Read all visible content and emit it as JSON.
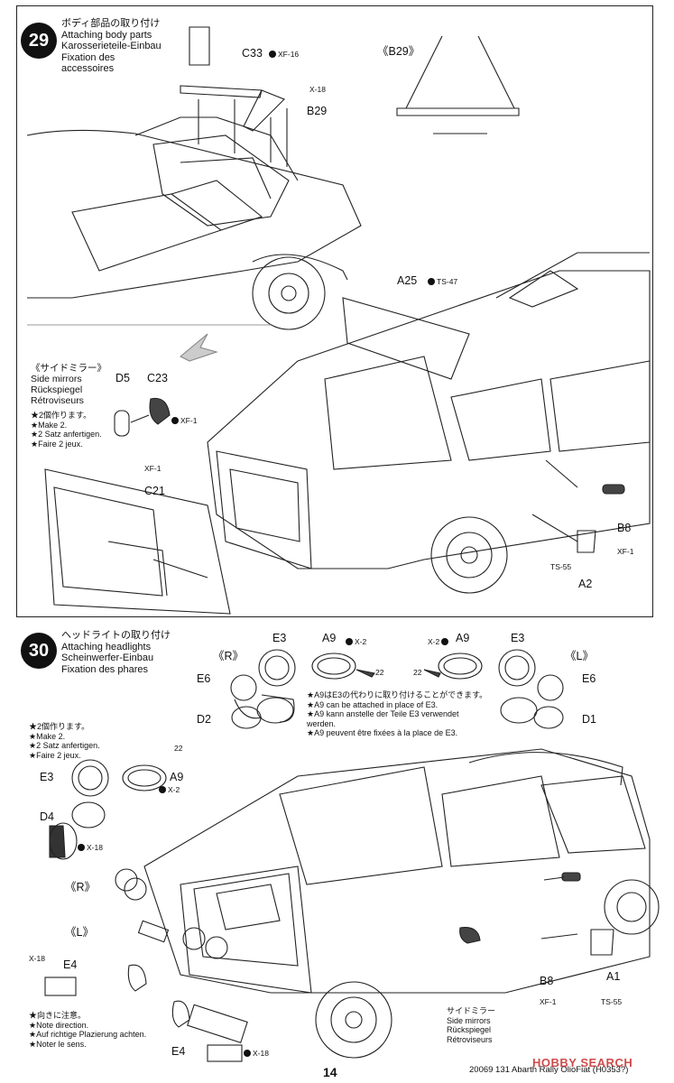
{
  "step29": {
    "number": "29",
    "title": [
      "ボディ部品の取り付け",
      "Attaching body parts",
      "Karosserieteile-Einbau",
      "Fixation des",
      "accessoires"
    ],
    "labels": {
      "c33": "C33",
      "c33_paint": "XF-16",
      "b29_paint": "X-18",
      "b29": "B29",
      "b29_detail": "《B29》",
      "a25": "A25",
      "a25_paint": "TS-47",
      "d5": "D5",
      "c23": "C23",
      "c23_paint": "XF-1",
      "c21_paint": "XF-1",
      "c21": "C21",
      "b8": "B8",
      "b8_paint": "XF-1",
      "a2_paint": "TS-55",
      "a2": "A2"
    },
    "mirror_note": [
      "《サイドミラー》",
      "Side mirrors",
      "Rückspiegel",
      "Rétroviseurs"
    ],
    "make2_note": [
      "★2個作ります。",
      "★Make 2.",
      "★2 Satz anfertigen.",
      "★Faire 2 jeux."
    ]
  },
  "step30": {
    "number": "30",
    "title": [
      "ヘッドライトの取り付け",
      "Attaching headlights",
      "Scheinwerfer-Einbau",
      "Fixation des phares"
    ],
    "right_marker": "《R》",
    "left_marker": "《L》",
    "labels": {
      "e3_r": "E3",
      "a9_r": "A9",
      "a9_r_paint": "X-2",
      "decal_r": "22",
      "e6_r": "E6",
      "d2": "D2",
      "a9_l": "A9",
      "a9_l_paint": "X-2",
      "decal_l": "22",
      "e3_l": "E3",
      "e6_l": "E6",
      "d1": "D1",
      "e3_main": "E3",
      "a9_main": "A9",
      "a9_main_paint": "X-2",
      "decal_main": "22",
      "d4": "D4",
      "d4_paint": "X-18",
      "r_marker2": "《R》",
      "l_marker2": "《L》",
      "e4_top_paint": "X-18",
      "e4_top": "E4",
      "e4_bottom": "E4",
      "e4_bottom_paint": "X-18",
      "b8": "B8",
      "b8_paint": "XF-1",
      "a1": "A1",
      "a1_paint": "TS-55"
    },
    "a9_note": [
      "★A9はE3の代わりに取り付けることができます。",
      "★A9 can be attached in place of E3.",
      "★A9 kann anstelle der Teile E3 verwendet",
      "werden.",
      "★A9 peuvent être fixées à la place de E3."
    ],
    "make2_note": [
      "★2個作ります。",
      "★Make 2.",
      "★2 Satz anfertigen.",
      "★Faire 2 jeux."
    ],
    "direction_note": [
      "★向きに注意。",
      "★Note direction.",
      "★Auf richtige Plazierung achten.",
      "★Noter le sens."
    ],
    "mirror_caption": [
      "サイドミラー",
      "Side mirrors",
      "Rückspiegel",
      "Rétroviseurs"
    ]
  },
  "footer": {
    "page": "14",
    "code": "20069  131 Abarth Rally OlioFiat (H0353?)",
    "watermark": "HOBBY SEARCH"
  }
}
